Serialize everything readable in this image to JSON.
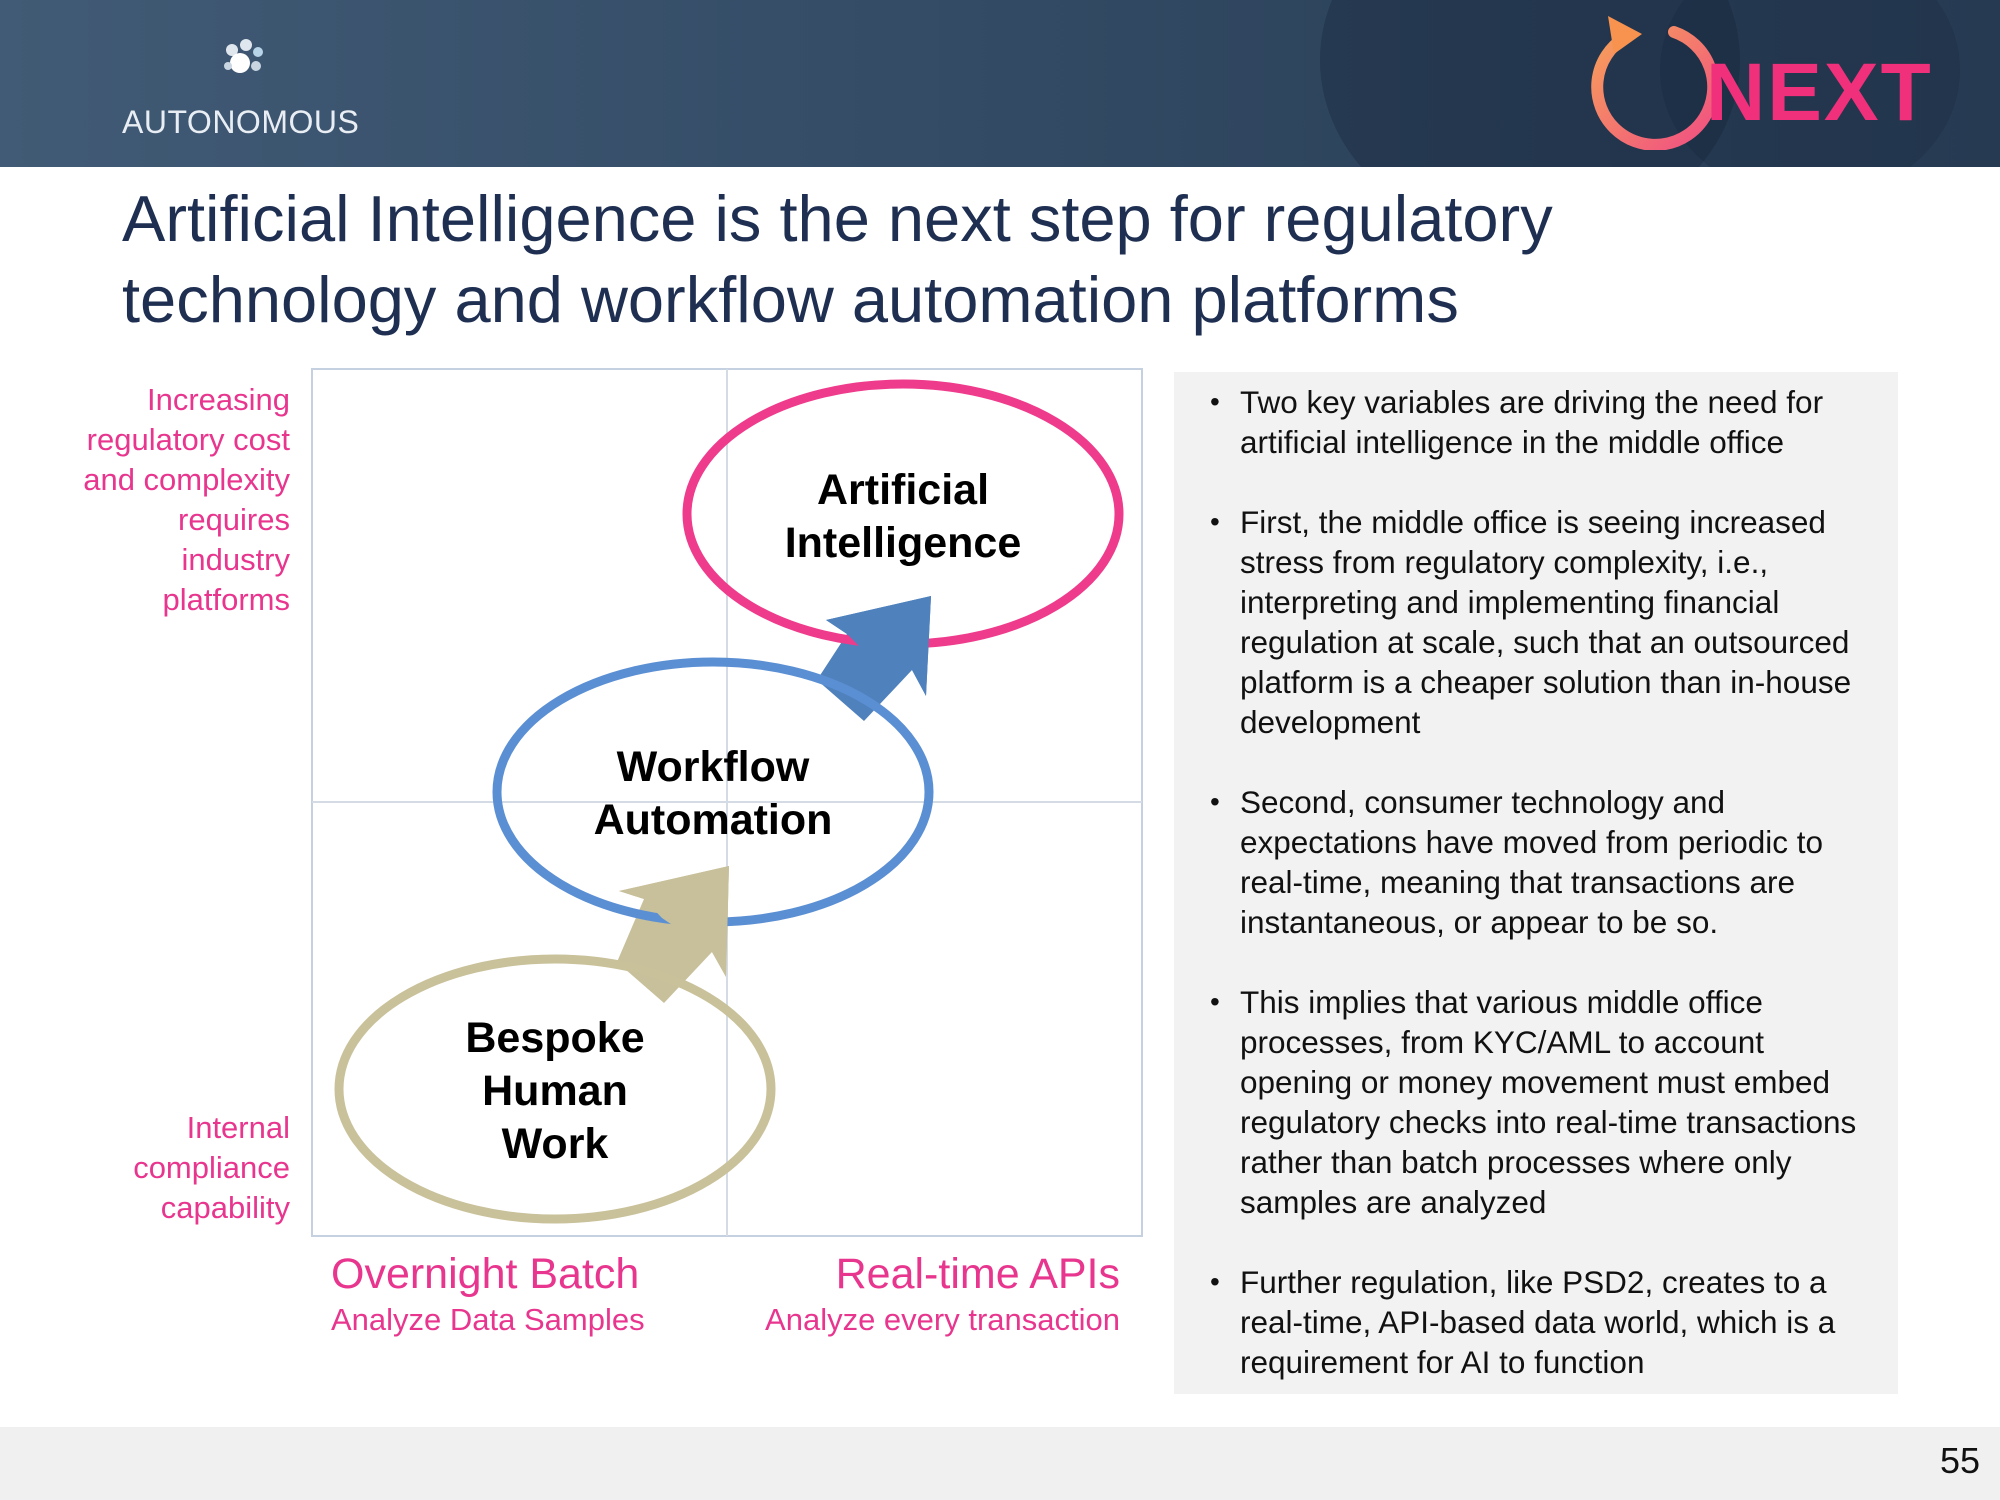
{
  "header": {
    "company_logo_text": "AUTONOMOUS",
    "brand_logo_text": "NEXT"
  },
  "title_line1": "Artificial Intelligence is the next step for regulatory",
  "title_line2": "technology and workflow automation platforms",
  "y_axis": {
    "top_label": [
      "Increasing",
      "regulatory cost",
      "and complexity",
      "requires",
      "industry",
      "platforms"
    ],
    "bottom_label": [
      "Internal",
      "compliance",
      "capability"
    ]
  },
  "x_axis": {
    "left_title": "Overnight Batch",
    "left_subtitle": "Analyze Data Samples",
    "right_title": "Real-time APIs",
    "right_subtitle": "Analyze every transaction"
  },
  "nodes": {
    "ai": [
      "Artificial",
      "Intelligence"
    ],
    "workflow": [
      "Workflow",
      "Automation"
    ],
    "bespoke": [
      "Bespoke",
      "Human",
      "Work"
    ]
  },
  "colors": {
    "accent_pink": "#e8368f",
    "ai_ring": "#ef3b8c",
    "workflow_ring": "#5b8fd3",
    "bespoke_ring": "#c9c19a",
    "arrow_blue": "#4f81bd",
    "arrow_tan": "#c8c09b",
    "title_navy": "#1e2f52"
  },
  "bullets": [
    [
      "Two key variables are driving the need for",
      "artificial intelligence in the middle office"
    ],
    [
      "First, the middle office is seeing increased",
      "stress from regulatory complexity, i.e.,",
      "interpreting and implementing financial",
      "regulation at scale, such that an outsourced",
      "platform is a cheaper solution than in-house",
      "development"
    ],
    [
      "Second, consumer technology and",
      "expectations have moved from periodic to",
      "real-time, meaning that transactions are",
      "instantaneous, or appear to be so."
    ],
    [
      "This implies that various middle office",
      "processes, from KYC/AML to account",
      "opening or money movement must embed",
      "regulatory checks into real-time transactions",
      "rather than batch processes where only",
      "samples are analyzed"
    ],
    [
      "Further regulation, like PSD2, creates  to a",
      "real-time, API-based data world, which is a",
      "requirement for AI to function"
    ]
  ],
  "page_number": "55"
}
